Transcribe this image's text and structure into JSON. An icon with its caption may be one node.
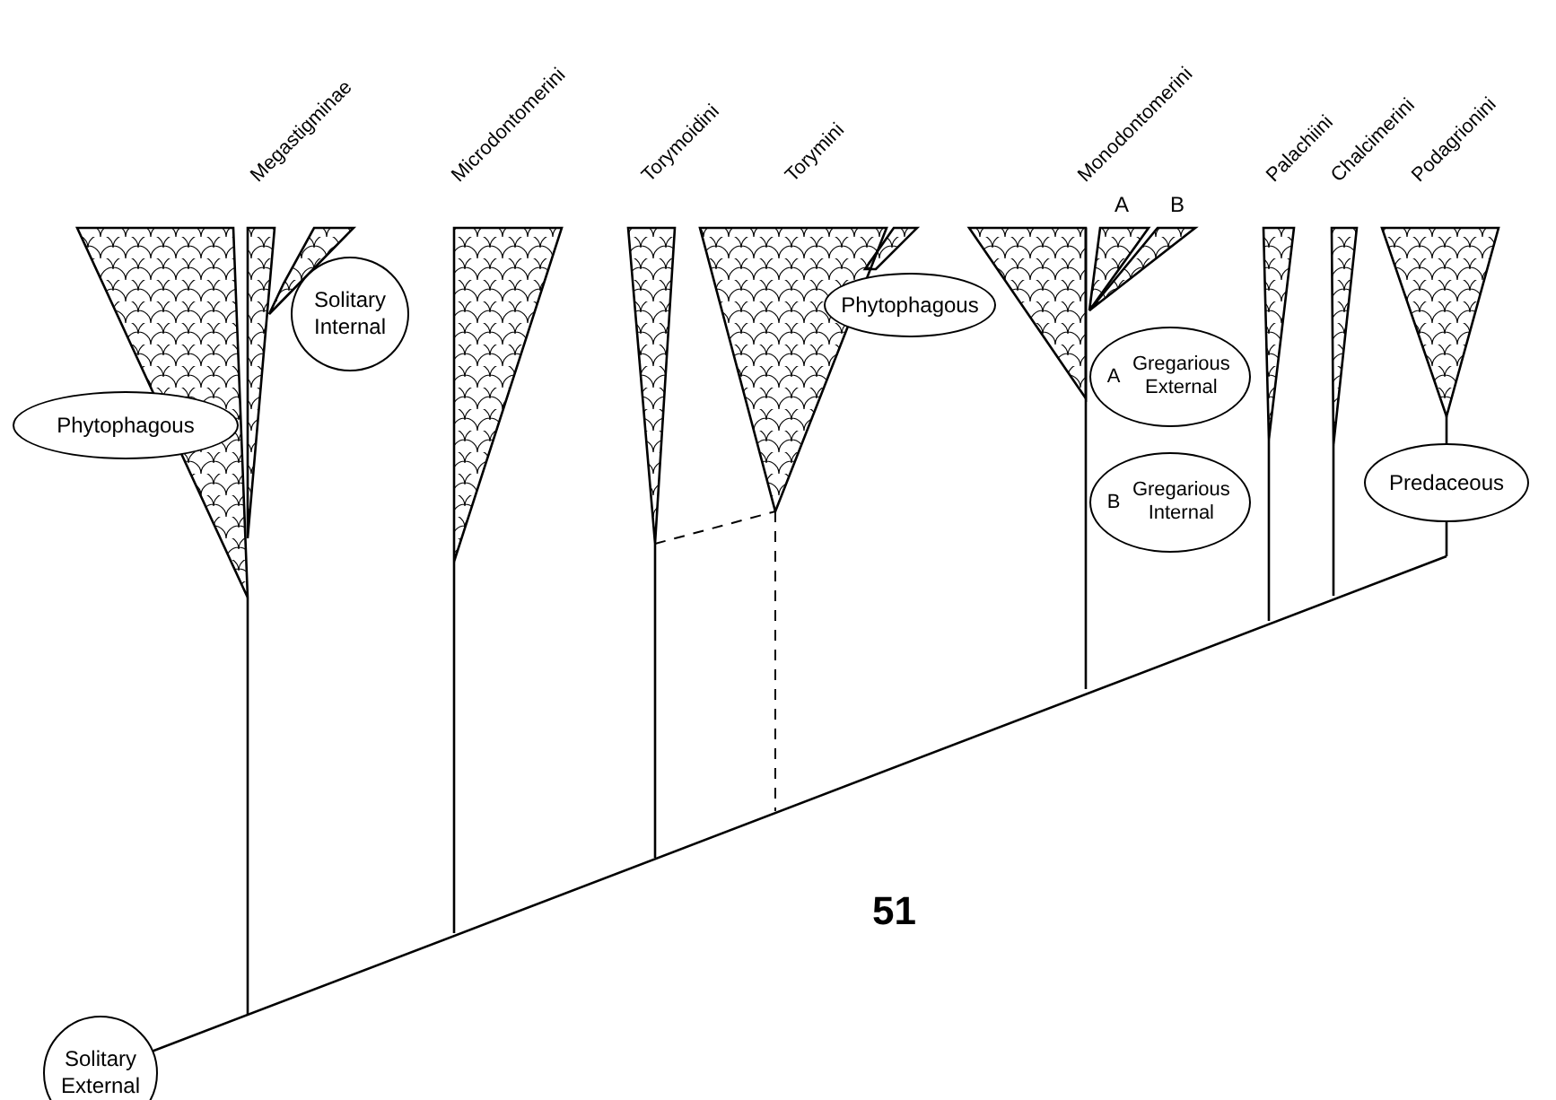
{
  "diagram": {
    "nodes": [
      {
        "text": [
          "Solitary Internal"
        ]
      },
      {
        "text": [
          "Phytophagous"
        ]
      },
      {
        "text": [
          "A",
          "Gregarious External"
        ]
      },
      {
        "text": [
          "Phytophagous"
        ]
      },
      {
        "text": [
          "Predaceous"
        ]
      },
      {
        "text": [
          "B",
          "Gregarious Internal"
        ]
      },
      {
        "text": [
          "Solitary External"
        ]
      }
    ],
    "labels": [
      "Megastigminae",
      "Microdontomerini",
      "Torymoidini",
      "Torymini",
      "Monodontomerini",
      "Palachiini",
      "Chalcimerini",
      "Podagrionini",
      "A",
      "B",
      "51"
    ]
  }
}
